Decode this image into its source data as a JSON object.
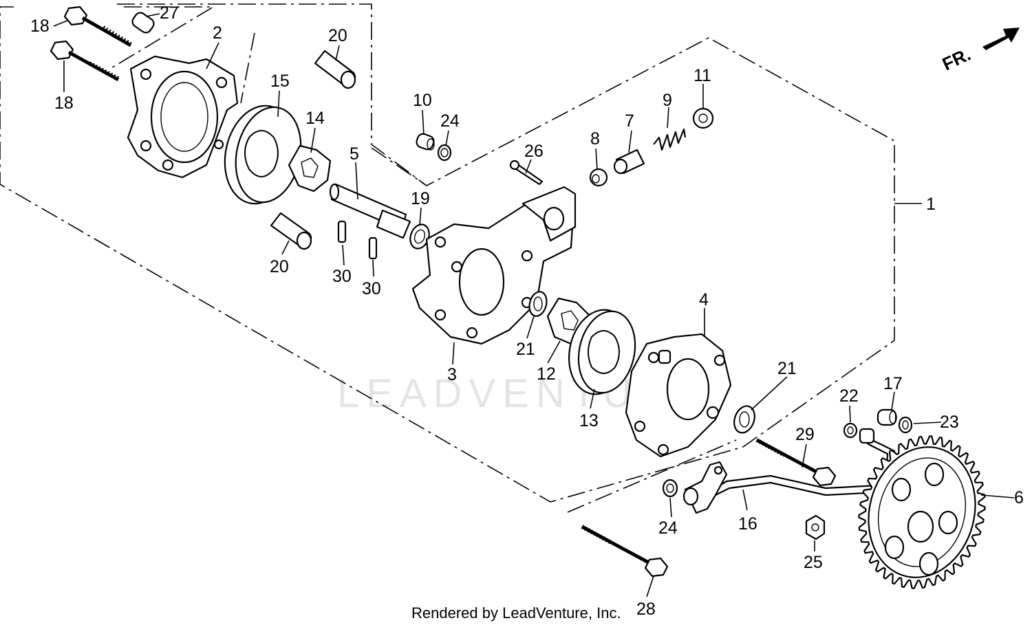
{
  "diagram": {
    "direction_label": "FR.",
    "watermark": "LEADVENTURE",
    "footer": "Rendered by LeadVenture, Inc.",
    "callouts": [
      {
        "id": "c27",
        "text": "27"
      },
      {
        "id": "c18a",
        "text": "18"
      },
      {
        "id": "c18b",
        "text": "18"
      },
      {
        "id": "c2",
        "text": "2"
      },
      {
        "id": "c20a",
        "text": "20"
      },
      {
        "id": "c20b",
        "text": "20"
      },
      {
        "id": "c15",
        "text": "15"
      },
      {
        "id": "c14",
        "text": "14"
      },
      {
        "id": "c5",
        "text": "5"
      },
      {
        "id": "c10",
        "text": "10"
      },
      {
        "id": "c24a",
        "text": "24"
      },
      {
        "id": "c26",
        "text": "26"
      },
      {
        "id": "c8",
        "text": "8"
      },
      {
        "id": "c7",
        "text": "7"
      },
      {
        "id": "c9",
        "text": "9"
      },
      {
        "id": "c11",
        "text": "11"
      },
      {
        "id": "c1",
        "text": "1"
      },
      {
        "id": "c19",
        "text": "19"
      },
      {
        "id": "c30a",
        "text": "30"
      },
      {
        "id": "c30b",
        "text": "30"
      },
      {
        "id": "c3",
        "text": "3"
      },
      {
        "id": "c21a",
        "text": "21"
      },
      {
        "id": "c12",
        "text": "12"
      },
      {
        "id": "c13",
        "text": "13"
      },
      {
        "id": "c4",
        "text": "4"
      },
      {
        "id": "c21b",
        "text": "21"
      },
      {
        "id": "c29",
        "text": "29"
      },
      {
        "id": "c22",
        "text": "22"
      },
      {
        "id": "c17",
        "text": "17"
      },
      {
        "id": "c23",
        "text": "23"
      },
      {
        "id": "c6",
        "text": "6"
      },
      {
        "id": "c24b",
        "text": "24"
      },
      {
        "id": "c16",
        "text": "16"
      },
      {
        "id": "c25",
        "text": "25"
      },
      {
        "id": "c28",
        "text": "28"
      }
    ]
  }
}
